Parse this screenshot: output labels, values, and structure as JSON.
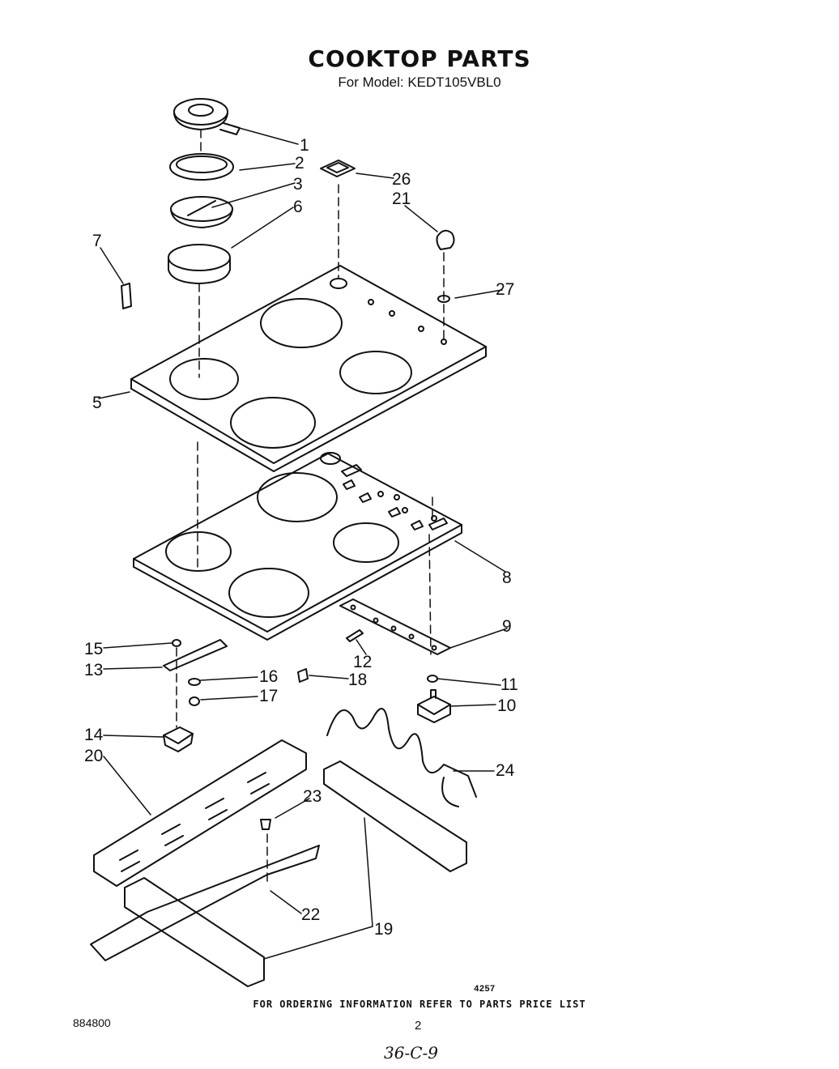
{
  "title": "COOKTOP PARTS",
  "subtitle": "For Model: KEDT105VBL0",
  "callouts": {
    "p1": "1",
    "p2": "2",
    "p3": "3",
    "p5": "5",
    "p6": "6",
    "p7": "7",
    "p8": "8",
    "p9": "9",
    "p10": "10",
    "p11": "11",
    "p12": "12",
    "p13": "13",
    "p14": "14",
    "p15": "15",
    "p16": "16",
    "p17": "17",
    "p18": "18",
    "p19": "19",
    "p20": "20",
    "p21": "21",
    "p22": "22",
    "p23": "23",
    "p24": "24",
    "p26": "26",
    "p27": "27"
  },
  "footer": {
    "code": "4257",
    "note": "FOR ORDERING INFORMATION REFER TO PARTS PRICE LIST",
    "doc_number": "884800",
    "page_number": "2",
    "handwritten": "36-C-9"
  }
}
